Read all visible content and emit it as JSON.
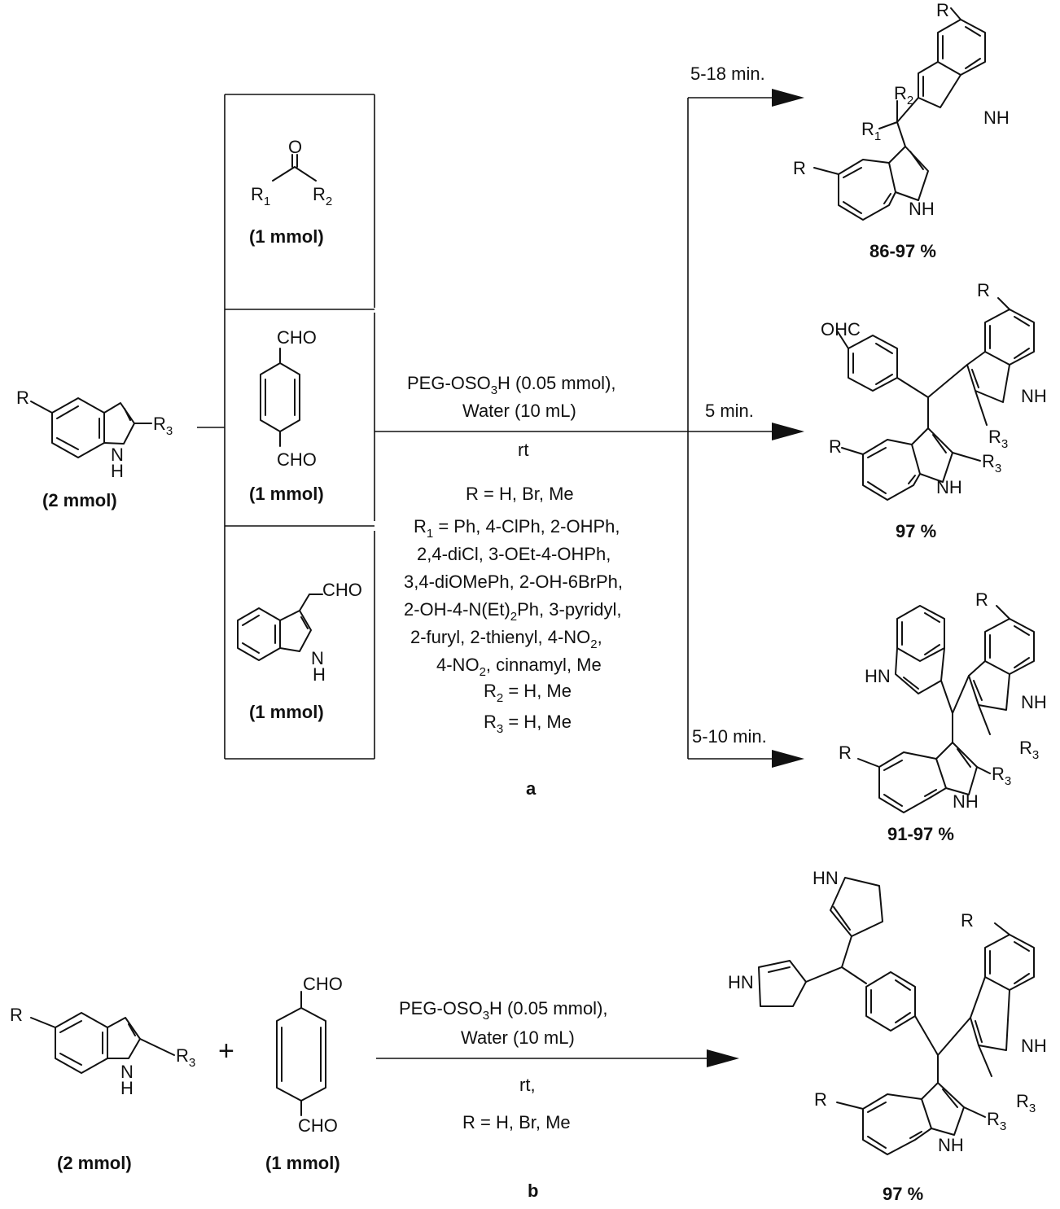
{
  "scheme_a": {
    "indole_R": "R",
    "indole_R3": "R",
    "indole_R3_sub": "3",
    "indole_NH": "N",
    "indole_H": "H",
    "indole_amount": "(2 mmol)",
    "ketone_O": "O",
    "ketone_R1": "R",
    "ketone_R1_sub": "1",
    "ketone_R2": "R",
    "ketone_R2_sub": "2",
    "ketone_amount": "(1 mmol)",
    "tpa_cho_top": "CHO",
    "tpa_cho_bottom": "CHO",
    "tpa_amount": "(1 mmol)",
    "i3c_cho": "CHO",
    "i3c_N": "N",
    "i3c_H": "H",
    "i3c_amount": "(1 mmol)",
    "conditions_line1_a": "PEG-OSO",
    "conditions_line1_sub": "3",
    "conditions_line1_b": "H (0.05 mmol),",
    "conditions_line2": "Water (10 mL)",
    "conditions_rt": "rt",
    "scope_R": "R = H, Br, Me",
    "scope_R1_a": "R",
    "scope_R1_sub": "1",
    "scope_R1_b": " = Ph, 4-ClPh, 2-OHPh,",
    "scope_line3": "2,4-diCl, 3-OEt-4-OHPh,",
    "scope_line4": "3,4-diOMePh, 2-OH-6BrPh,",
    "scope_line5_a": "2-OH-4-N(Et)",
    "scope_line5_sub": "2",
    "scope_line5_b": "Ph, 3-pyridyl,",
    "scope_line6_a": "2-furyl, 2-thienyl, 4-NO",
    "scope_line6_sub": "2",
    "scope_line6_b": ",",
    "scope_line7_a": "4-NO",
    "scope_line7_sub": "2",
    "scope_line7_b": ", cinnamyl, Me",
    "scope_R2_a": "R",
    "scope_R2_sub": "2",
    "scope_R2_b": " = H, Me",
    "scope_R3_a": "R",
    "scope_R3_sub": "3",
    "scope_R3_b": " = H, Me",
    "time1": "5-18 min.",
    "time2": "5 min.",
    "time3": "5-10 min.",
    "yield1": "86-97 %",
    "yield2": "97 %",
    "yield3": "91-97 %",
    "product1_R_top": "R",
    "product1_R_left": "R",
    "product1_R1": "R",
    "product1_R1_sub": "1",
    "product1_R2": "R",
    "product1_R2_sub": "2",
    "product1_NH_top": "NH",
    "product1_NH_bottom": "NH",
    "product2_OHC": "OHC",
    "product2_R_top": "R",
    "product2_NH_right": "NH",
    "product2_R3_right": "R",
    "product2_R3_right_sub": "3",
    "product2_R_left": "R",
    "product2_R3_left": "R",
    "product2_R3_left_sub": "3",
    "product2_NH_bottom": "NH",
    "product3_HN": "HN",
    "product3_R_top": "R",
    "product3_NH_right": "NH",
    "product3_R3_right": "R",
    "product3_R3_right_sub": "3",
    "product3_R_left": "R",
    "product3_R3_left": "R",
    "product3_R3_left_sub": "3",
    "product3_NH_bottom": "NH",
    "label": "a"
  },
  "scheme_b": {
    "indole_R": "R",
    "indole_R3": "R",
    "indole_R3_sub": "3",
    "indole_N": "N",
    "indole_H": "H",
    "plus": "+",
    "indole_amount": "(2 mmol)",
    "tpa_cho_top": "CHO",
    "tpa_cho_bottom": "CHO",
    "tpa_amount": "(1 mmol)",
    "conditions_line1_a": "PEG-OSO",
    "conditions_line1_sub": "3",
    "conditions_line1_b": "H (0.05 mmol),",
    "conditions_line2": "Water (10 mL)",
    "conditions_rt": "rt,",
    "scope_R": "R = H, Br, Me",
    "product_HN_top": "HN",
    "product_HN_left": "HN",
    "product_R_top": "R",
    "product_NH_right": "NH",
    "product_R3_right": "R",
    "product_R3_right_sub": "3",
    "product_R_left": "R",
    "product_R3_left": "R",
    "product_R3_left_sub": "3",
    "product_NH_bottom": "NH",
    "yield": "97 %",
    "label": "b"
  }
}
